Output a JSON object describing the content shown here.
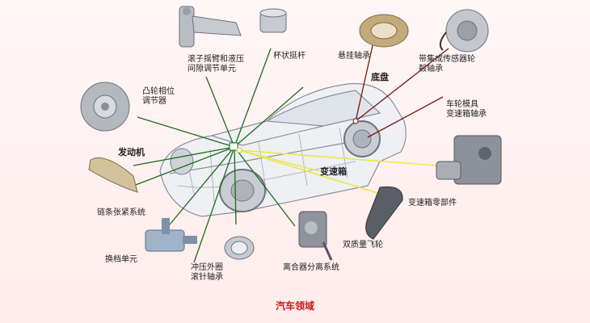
{
  "caption": "汽车领域",
  "labels": {
    "rocker_hydraulic": "滚子摇臂和液压\n间隙调节单元",
    "cup_tappet": "杯状挺杆",
    "suspension_bearing": "悬挂轴承",
    "sensor_hub_bearing": "带集成传感器轮\n毂轴承",
    "cam_phaser": "凸轮相位\n调节器",
    "chassis": "底盘",
    "gearbox_bearing": "车轮模具\n变速箱轴承",
    "engine": "发动机",
    "chain_tensioner": "链条张紧系统",
    "transmission": "变速箱",
    "transmission_parts": "变速箱零部件",
    "shift_unit": "换档单元",
    "needle_bearing": "冲压外圈\n滚针轴承",
    "clutch_release": "离合器分离系统",
    "dual_mass_flywheel": "双质量飞轮"
  },
  "colors": {
    "engine_lines": "#1e6b1e",
    "transmission_lines": "#e8e84a",
    "chassis_lines": "#7a1515",
    "caption": "#cc1a1a"
  }
}
